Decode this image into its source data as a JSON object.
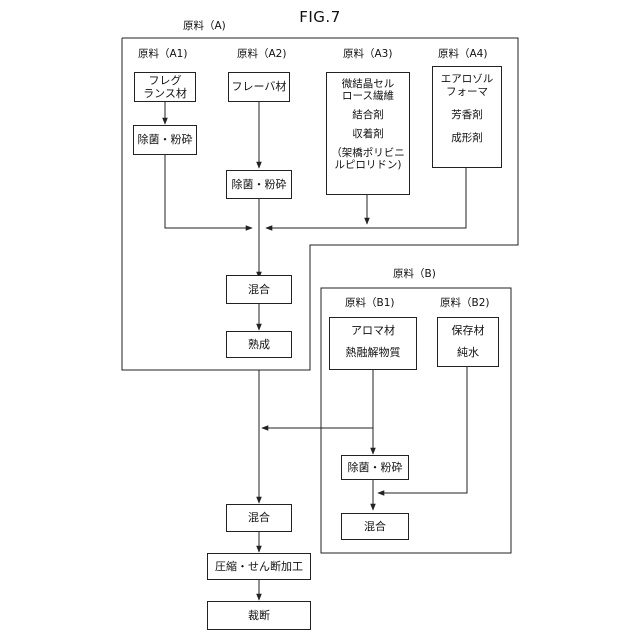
{
  "figure": {
    "title": "FIG.7"
  },
  "group_a": {
    "label": "原料（A)",
    "a1": {
      "label": "原料（A1)",
      "box": [
        "フレグ",
        "ランス材"
      ],
      "step": "除菌・粉砕"
    },
    "a2": {
      "label": "原料（A2)",
      "box": "フレーバ材",
      "step": "除菌・粉砕"
    },
    "a3": {
      "label": "原料（A3)",
      "lines": [
        "微結晶セル",
        "ロース繊維",
        "",
        "結合剤",
        "",
        "収着剤",
        "",
        "（架橋ポリビニ",
        "ルピロリドン)"
      ]
    },
    "a4": {
      "label": "原料（A4)",
      "lines": [
        "エアロゾル",
        "フォーマ",
        "",
        "芳香剤",
        "",
        "成形剤"
      ]
    },
    "mix": "混合",
    "aging": "熟成"
  },
  "group_b": {
    "label": "原料（B)",
    "b1": {
      "label": "原料（B1)",
      "lines": [
        "アロマ材",
        "",
        "熱融解物質"
      ],
      "step": "除菌・粉砕"
    },
    "b2": {
      "label": "原料（B2)",
      "lines": [
        "保存材",
        "",
        "純水"
      ]
    },
    "mix": "混合"
  },
  "final": {
    "mix": "混合",
    "compress": "圧縮・せん断加工",
    "cut": "裁断"
  }
}
